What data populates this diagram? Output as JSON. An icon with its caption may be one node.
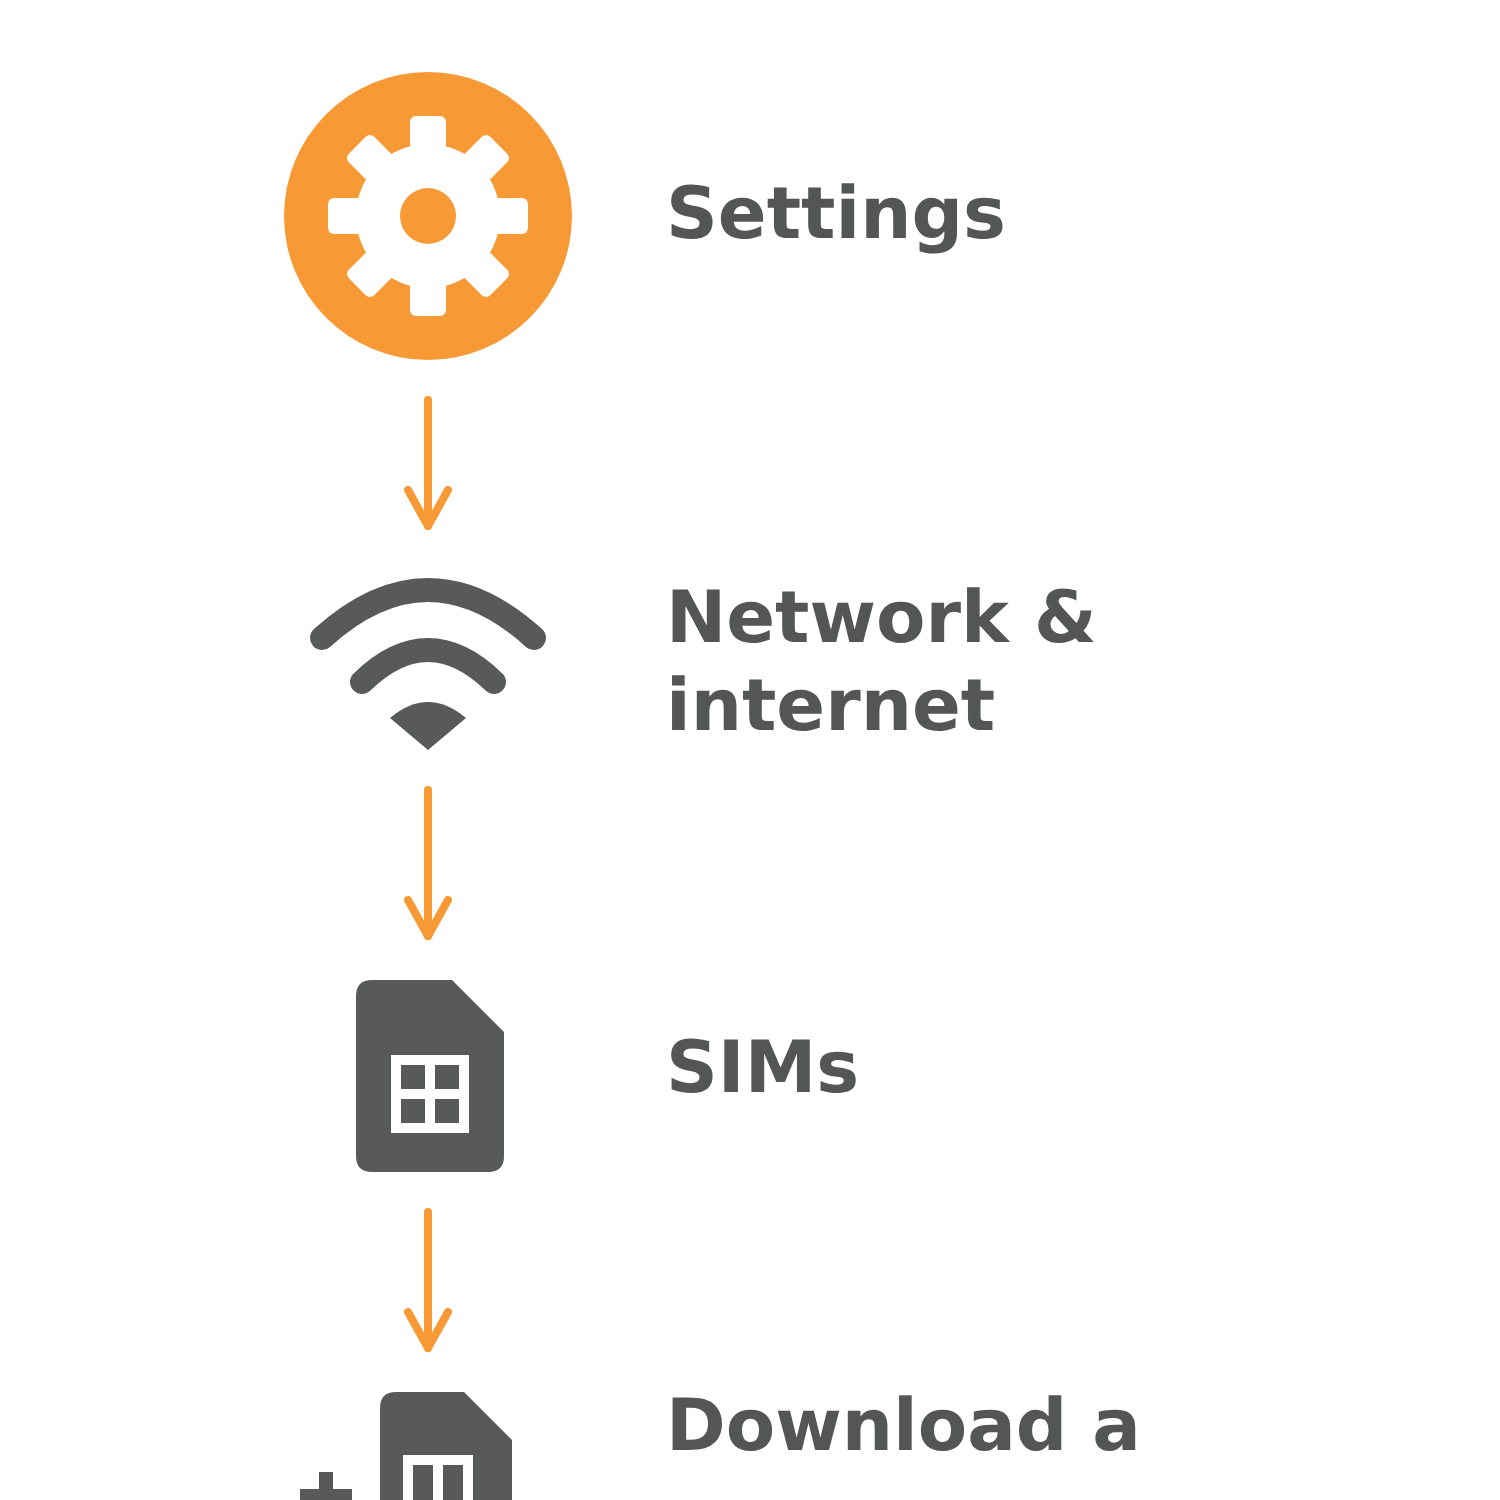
{
  "diagram": {
    "nodes": [
      {
        "text": [],
        "shape": "picture",
        "beside": [
          "Settings"
        ]
      },
      {
        "text": [],
        "shape": "picture",
        "beside": [
          "Network & internet"
        ]
      },
      {
        "text": [],
        "shape": "picture",
        "beside": [
          "SIMs"
        ]
      },
      {
        "text": [],
        "shape": "picture",
        "beside": [
          "Download a"
        ]
      }
    ],
    "edges": [
      {
        "from": 0,
        "to": 1,
        "arrow": "to"
      },
      {
        "from": 1,
        "to": 2,
        "arrow": "to"
      },
      {
        "from": 2,
        "to": 3,
        "arrow": "to"
      }
    ]
  }
}
